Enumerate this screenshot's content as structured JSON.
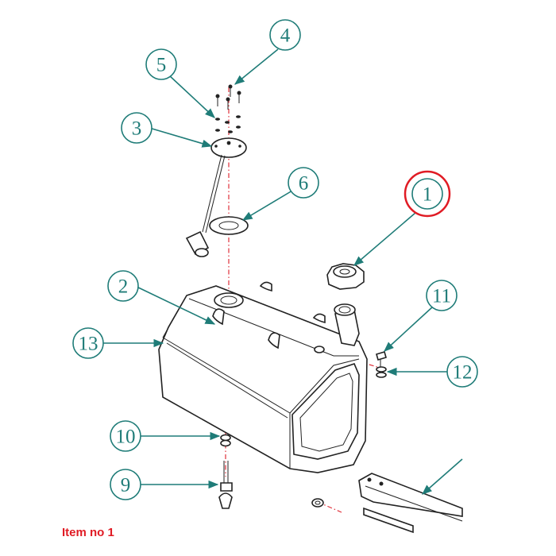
{
  "caption": "Item no 1",
  "colors": {
    "callout": "#1f7c78",
    "highlight": "#e01b24",
    "caption": "#e01b24",
    "centerline": "#e0303a",
    "line": "#222222"
  },
  "callouts": [
    "1",
    "2",
    "3",
    "4",
    "5",
    "6",
    "9",
    "10",
    "11",
    "12",
    "13"
  ],
  "highlighted_callout": "1"
}
